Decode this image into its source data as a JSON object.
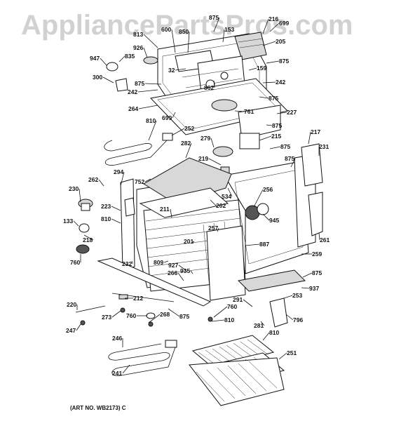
{
  "watermark": "AppliancePartsPros.com",
  "art_number": "(ART NO. WB2173) C",
  "callouts": [
    "813",
    "600",
    "850",
    "875",
    "153",
    "216",
    "699",
    "926",
    "835",
    "205",
    "947",
    "875",
    "159",
    "32",
    "300",
    "875",
    "242",
    "242",
    "862",
    "875",
    "264",
    "761",
    "227",
    "699",
    "810",
    "252",
    "875",
    "215",
    "279",
    "217",
    "875",
    "231",
    "282",
    "219",
    "875",
    "262",
    "294",
    "752",
    "534",
    "256",
    "230",
    "202",
    "211",
    "223",
    "945",
    "257",
    "133",
    "810",
    "218",
    "261",
    "201",
    "887",
    "232",
    "259",
    "760",
    "809",
    "927",
    "935",
    "266",
    "875",
    "937",
    "291",
    "212",
    "253",
    "220",
    "760",
    "273",
    "760",
    "268",
    "875",
    "810",
    "281",
    "796",
    "247",
    "810",
    "246",
    "251",
    "241"
  ]
}
